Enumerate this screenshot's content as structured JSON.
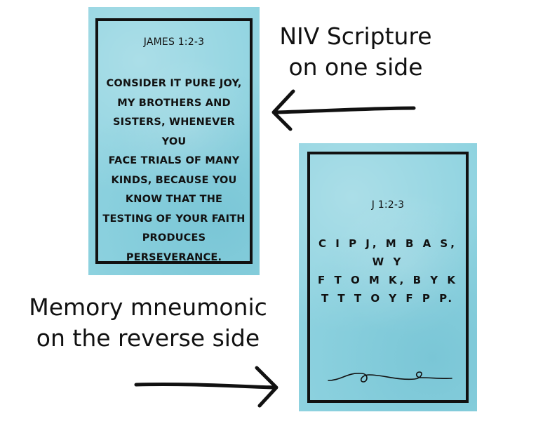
{
  "front_card": {
    "reference": "JAMES 1:2-3",
    "verse_lines": [
      "CONSIDER IT PURE JOY,",
      "MY BROTHERS AND",
      "SISTERS, WHENEVER YOU",
      "FACE TRIALS OF MANY",
      "KINDS, BECAUSE YOU",
      "KNOW THAT THE",
      "TESTING OF YOUR FAITH",
      "PRODUCES",
      "PERSEVERANCE."
    ]
  },
  "back_card": {
    "reference": "J 1:2-3",
    "mnemonic_lines": [
      "C I P J, M B A S, W Y",
      "F T O M K, B Y K",
      "T T T O Y F P P."
    ]
  },
  "captions": {
    "niv_line1": "NIV Scripture",
    "niv_line2": "on one side",
    "memory_line1": "Memory mneumonic",
    "memory_line2": "on the reverse side"
  },
  "colors": {
    "card_background": "#8fd3e0",
    "border": "#111111",
    "text": "#111111"
  },
  "icons": [
    "arrow-left-icon",
    "arrow-right-icon",
    "flourish-divider-icon"
  ]
}
